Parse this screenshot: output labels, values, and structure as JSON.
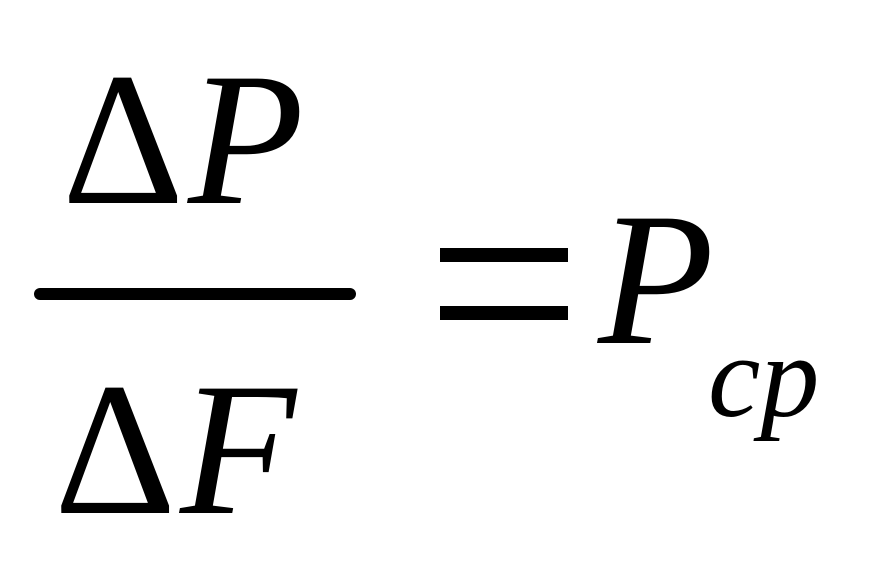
{
  "formula": {
    "numerator": {
      "operator": "Δ",
      "variable": "P"
    },
    "denominator": {
      "operator": "Δ",
      "variable": "F"
    },
    "relation": "=",
    "right_side": {
      "variable": "P",
      "subscript": "cp"
    }
  }
}
